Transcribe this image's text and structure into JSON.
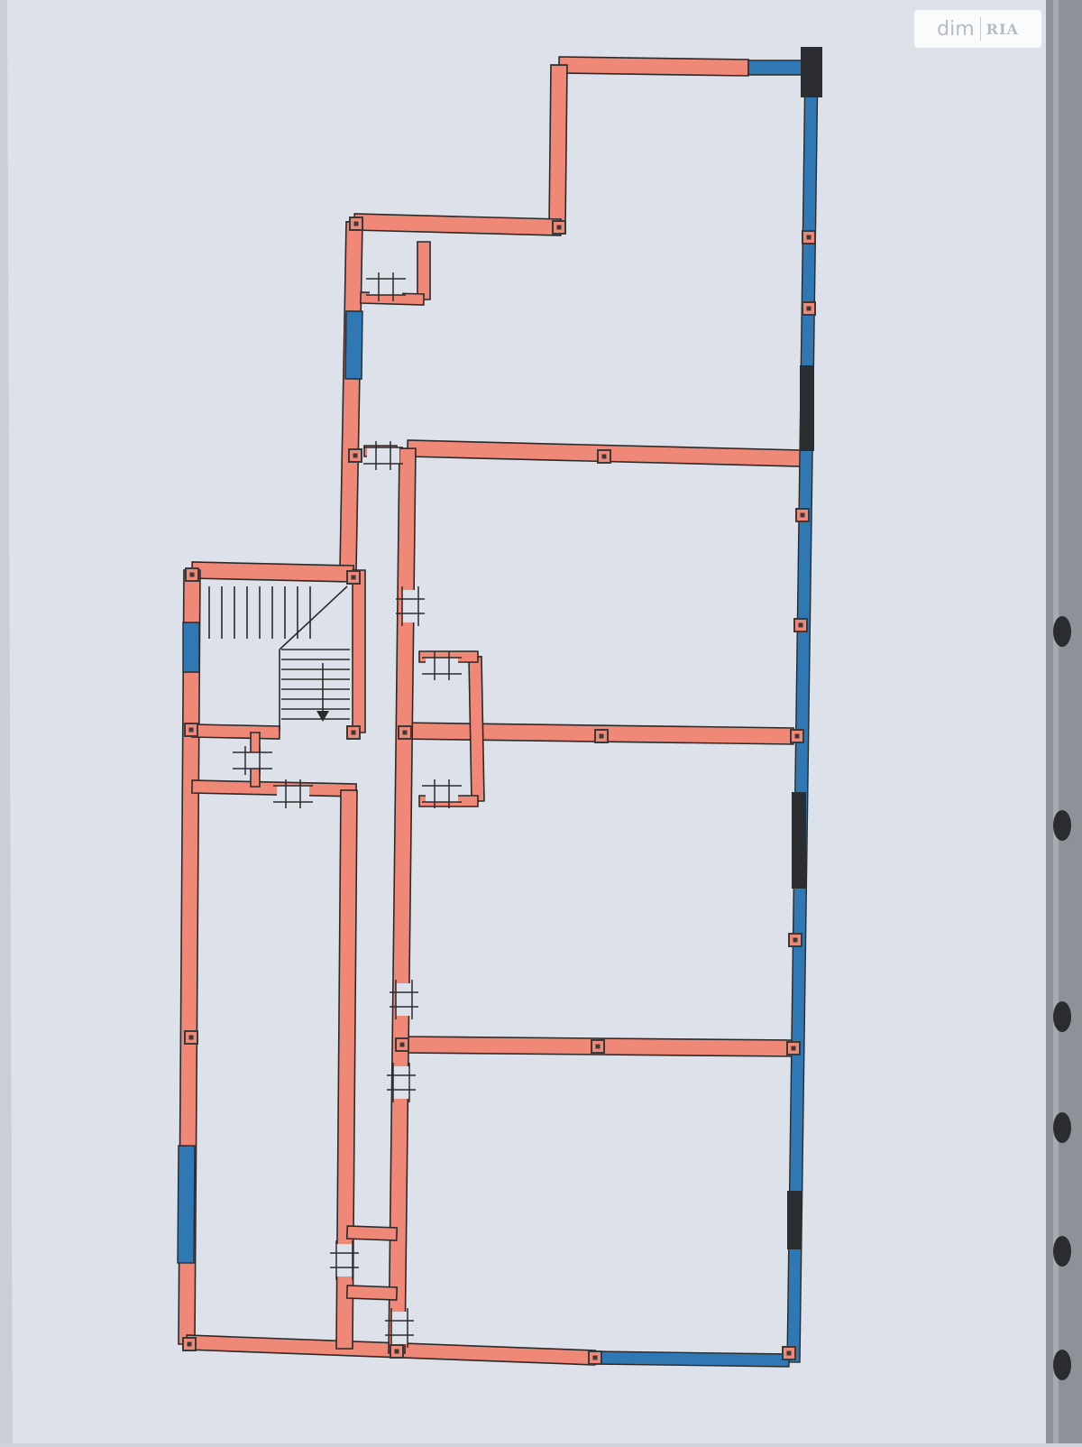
{
  "watermark": {
    "brand": "dim",
    "brand_suffix": "RIA"
  },
  "plan": {
    "wall_color": "#f08878",
    "window_color": "#2f78b4",
    "outline_color": "#2a2a2a",
    "column_color": "#3a3a3a",
    "paper_color": "#dde1ea",
    "binder_color": "#8d9298",
    "stair_arrow": "down"
  }
}
